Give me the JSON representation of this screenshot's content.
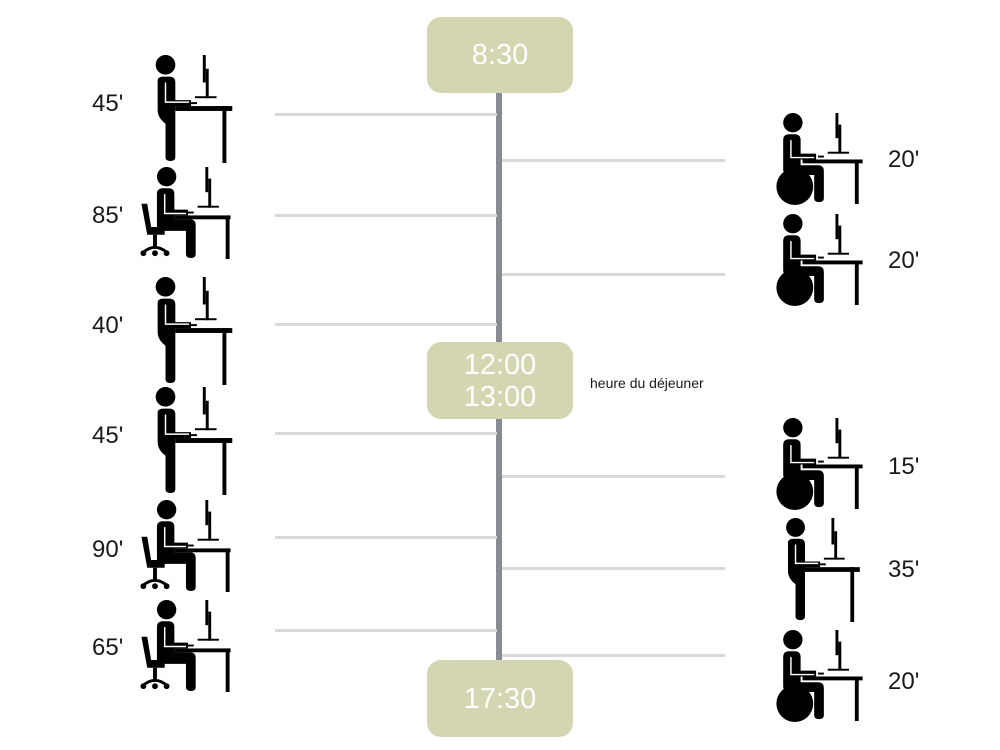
{
  "timeline": {
    "colors": {
      "axis": "#878c93",
      "box": "#d4d6b2",
      "connector": "#d9d9db",
      "icon": "#000000"
    },
    "start_time": "8:30",
    "lunch": {
      "start": "12:00",
      "end": "13:00",
      "note": "heure du déjeuner"
    },
    "end_time": "17:30"
  },
  "left_items": [
    {
      "duration": "45'",
      "posture": "standing"
    },
    {
      "duration": "85'",
      "posture": "sitting-chair"
    },
    {
      "duration": "40'",
      "posture": "standing"
    },
    {
      "duration": "45'",
      "posture": "standing"
    },
    {
      "duration": "90'",
      "posture": "sitting-chair"
    },
    {
      "duration": "65'",
      "posture": "sitting-chair"
    }
  ],
  "right_items": [
    {
      "duration": "20'",
      "posture": "sitting-ball"
    },
    {
      "duration": "20'",
      "posture": "sitting-ball"
    },
    {
      "duration": "15'",
      "posture": "sitting-ball"
    },
    {
      "duration": "35'",
      "posture": "standing"
    },
    {
      "duration": "20'",
      "posture": "sitting-ball"
    }
  ]
}
